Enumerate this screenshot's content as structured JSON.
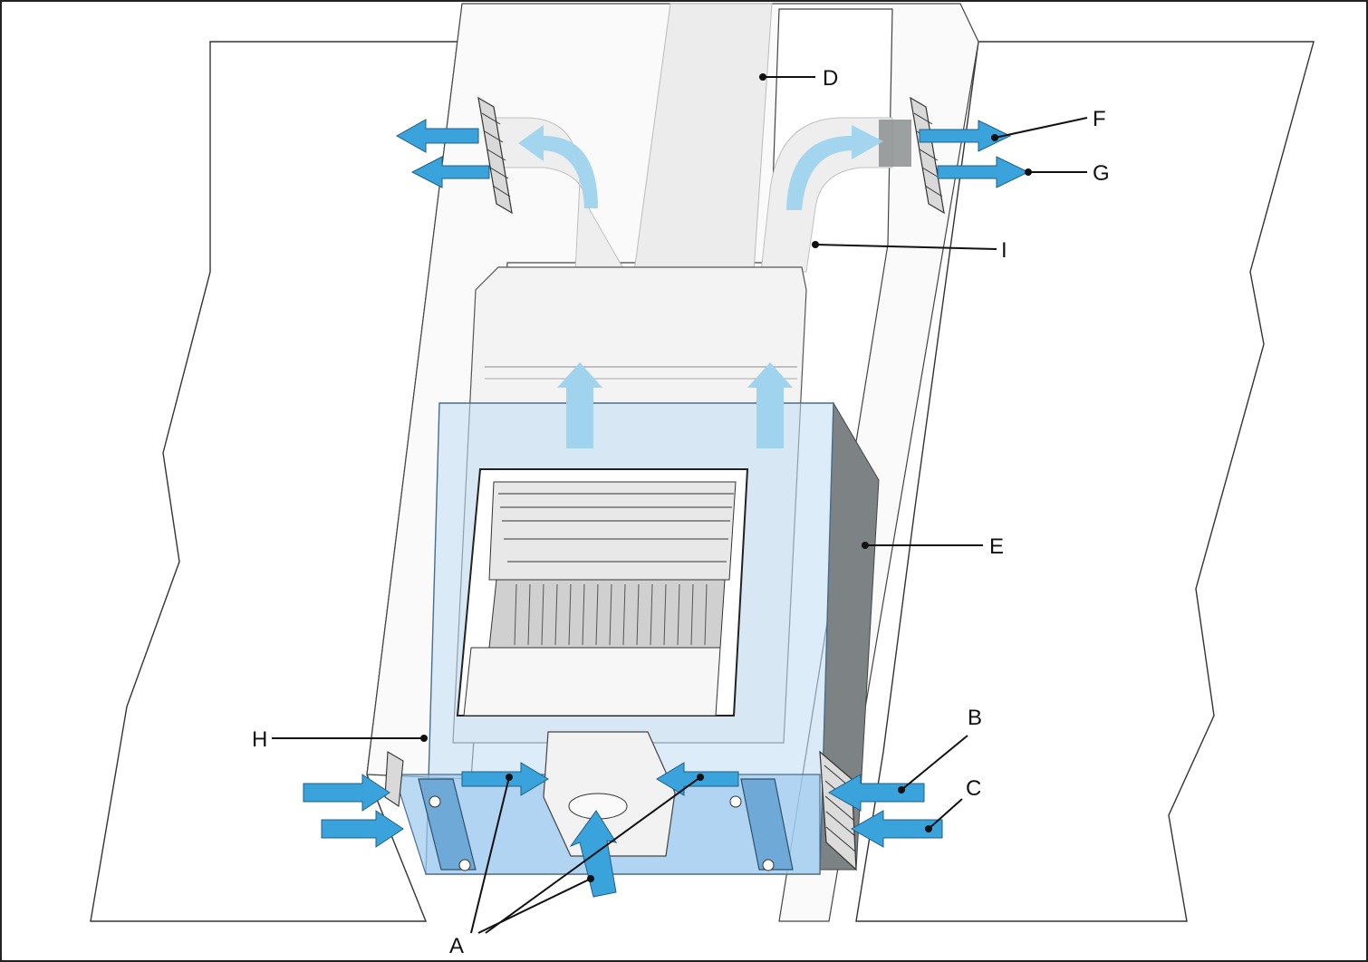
{
  "colors": {
    "arrow": "#3aa3dc",
    "arrow_light": "#9fd3ee",
    "glass": "#9ccbf0",
    "panel": "#7d8284",
    "outline": "#2b2b2b",
    "duct": "#eeeeee"
  },
  "labels": {
    "a": "A",
    "b": "B",
    "c": "C",
    "d": "D",
    "e": "E",
    "f": "F",
    "g": "G",
    "h": "H",
    "i": "I"
  }
}
